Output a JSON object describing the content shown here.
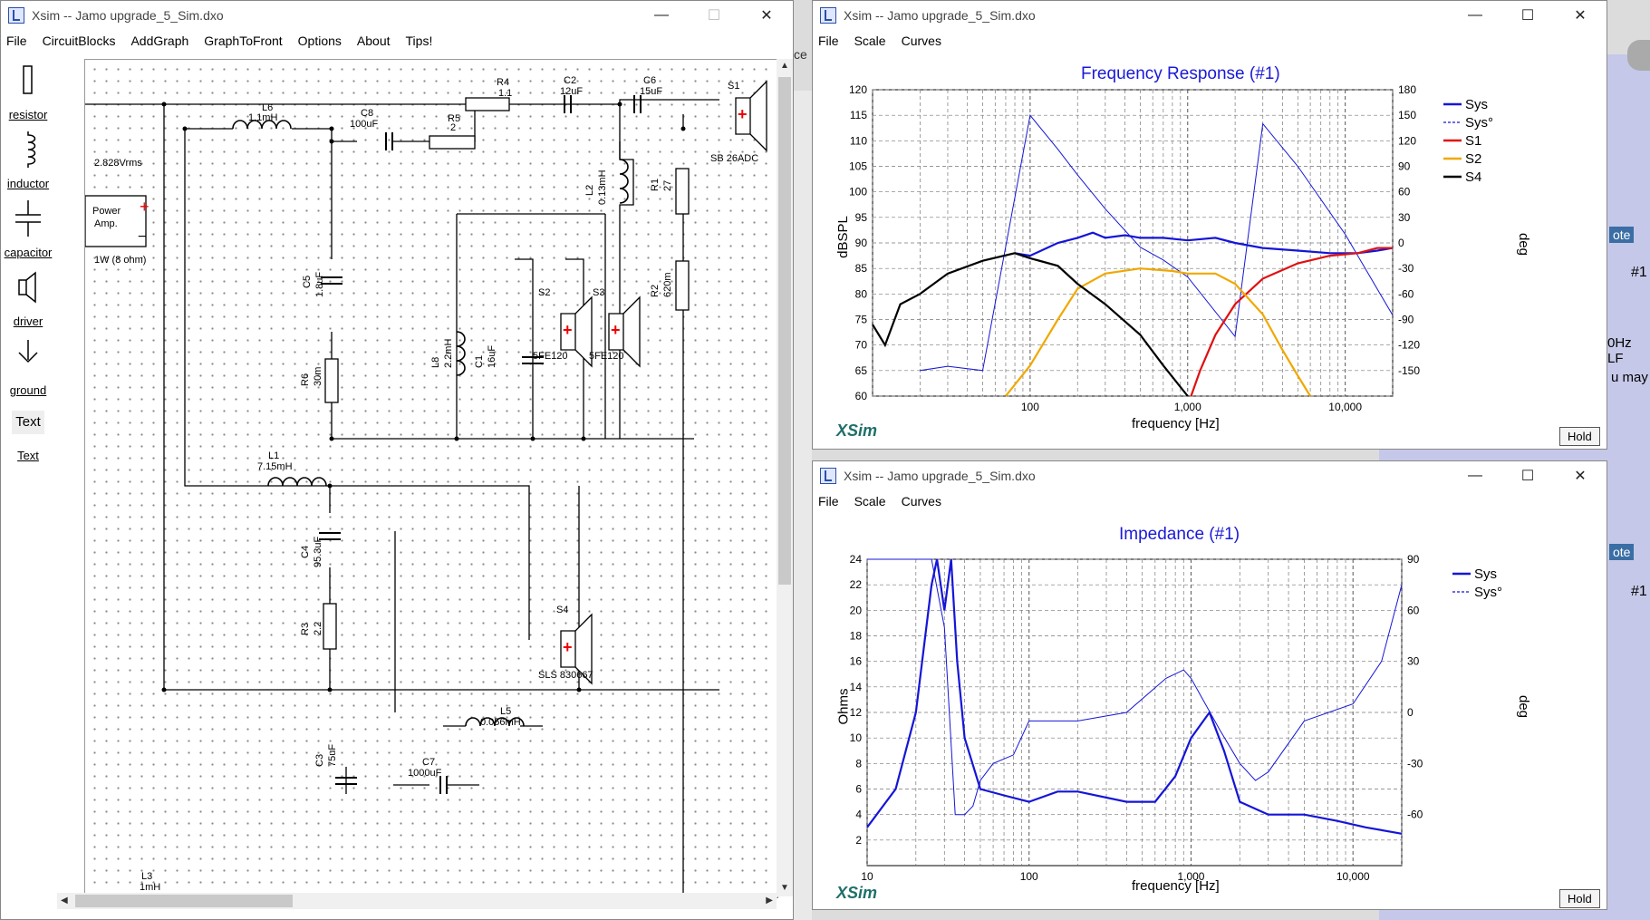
{
  "schematic_window": {
    "title": "Xsim -- Jamo upgrade_5_Sim.dxo",
    "menu": [
      "File",
      "CircuitBlocks",
      "AddGraph",
      "GraphToFront",
      "Options",
      "About",
      "Tips!"
    ],
    "palette": [
      "resistor",
      "inductor",
      "capacitor",
      "driver",
      "ground",
      "Text"
    ],
    "text_tool_label": "Text",
    "components": {
      "amp_voltage": "2.828Vrms",
      "amp_name": "Power Amp.",
      "amp_load": "1W (8 ohm)",
      "L6": [
        "L6",
        "1.1mH"
      ],
      "C8": [
        "C8",
        "100uF"
      ],
      "R5": [
        "R5",
        "2"
      ],
      "R4": [
        "R4",
        "1.1"
      ],
      "C2": [
        "C2",
        "12uF"
      ],
      "C6": [
        "C6",
        "15uF"
      ],
      "S1": [
        "S1",
        "SB 26ADC"
      ],
      "L2": [
        "L2",
        "0.13mH"
      ],
      "R1": [
        "R1",
        "27"
      ],
      "R2": [
        "R2",
        "620m"
      ],
      "C5": [
        "C5",
        "1.8uF"
      ],
      "R6": [
        "R6",
        "30m"
      ],
      "L8": [
        "L8",
        "2.2mH"
      ],
      "C1": [
        "C1",
        "16uF"
      ],
      "S2": [
        "S2",
        "5FE120"
      ],
      "S3": [
        "S3",
        "5FE120"
      ],
      "L1": [
        "L1",
        "7.15mH"
      ],
      "C4": [
        "C4",
        "95.3uF"
      ],
      "R3": [
        "R3",
        "2.2"
      ],
      "S4": [
        "S4",
        "SLS 830667"
      ],
      "L5": [
        "L5",
        "0.056mH"
      ],
      "C3": [
        "C3",
        "75uF"
      ],
      "C7": [
        "C7",
        "1000uF"
      ],
      "L3": [
        "L3",
        "1mH"
      ]
    }
  },
  "fr_window": {
    "title": "Xsim -- Jamo upgrade_5_Sim.dxo",
    "menu": [
      "File",
      "Scale",
      "Curves"
    ],
    "graph_title": "Frequency Response (#1)",
    "ylabel_left": "dBSPL",
    "ylabel_right": "deg",
    "xlabel": "frequency [Hz]",
    "brand": "XSim",
    "hold": "Hold"
  },
  "imp_window": {
    "title": "Xsim -- Jamo upgrade_5_Sim.dxo",
    "menu": [
      "File",
      "Scale",
      "Curves"
    ],
    "graph_title": "Impedance (#1)",
    "ylabel_left": "Ohms",
    "ylabel_right": "deg",
    "xlabel": "frequency [Hz]",
    "brand": "XSim",
    "hold": "Hold"
  },
  "background_fragments": [
    "ce",
    "ote",
    "#1",
    "0Hz LF",
    "u may",
    "ote",
    "#1"
  ],
  "colors": {
    "sys": "#1515d8",
    "s1": "#e01010",
    "s2": "#f0a800",
    "s4": "#000000",
    "title": "#1a1ad8",
    "brand": "#1f6f6a"
  },
  "chart_data": [
    {
      "type": "line",
      "title": "Frequency Response (#1)",
      "xlabel": "frequency [Hz]",
      "ylabel": "dBSPL",
      "xscale": "log",
      "xlim": [
        10,
        20000
      ],
      "ylim": [
        60,
        120
      ],
      "y2lim": [
        -180,
        180
      ],
      "xticks": [
        "100",
        "1,000",
        "10,000"
      ],
      "yticks": [
        120,
        115,
        110,
        105,
        100,
        95,
        90,
        85,
        80,
        75,
        70,
        65,
        60
      ],
      "y2ticks": [
        180,
        150,
        120,
        90,
        60,
        30,
        0,
        -30,
        -60,
        -90,
        -120,
        -150
      ],
      "y2label": "deg",
      "legend": "top-right",
      "grid": true,
      "series": [
        {
          "name": "Sys",
          "style": "solid",
          "color": "#1515d8",
          "x": [
            80,
            100,
            150,
            200,
            250,
            300,
            400,
            500,
            700,
            1000,
            1500,
            2000,
            3000,
            5000,
            8000,
            12000,
            16000,
            20000
          ],
          "y": [
            88,
            87.5,
            90,
            91,
            92,
            91,
            91.5,
            91,
            91,
            90.5,
            91,
            90,
            89,
            88.5,
            88,
            88,
            88.5,
            89
          ]
        },
        {
          "name": "Sys°",
          "style": "dashed",
          "color": "#1515d8",
          "x": [
            20,
            30,
            50,
            100,
            150,
            200,
            300,
            500,
            700,
            1000,
            2000,
            3000,
            5000,
            10000,
            20000
          ],
          "phase": [
            -150,
            -145,
            -150,
            150,
            110,
            80,
            40,
            -5,
            -20,
            -40,
            -110,
            140,
            90,
            10,
            -85
          ]
        },
        {
          "name": "S1",
          "style": "solid",
          "color": "#e01010",
          "x": [
            1050,
            1200,
            1500,
            2000,
            3000,
            5000,
            8000,
            12000,
            16000,
            20000
          ],
          "y": [
            60,
            65,
            72,
            78,
            83,
            86,
            87.5,
            88,
            89,
            89
          ]
        },
        {
          "name": "S2",
          "style": "solid",
          "color": "#f0a800",
          "x": [
            70,
            100,
            150,
            200,
            300,
            500,
            800,
            1000,
            1500,
            2000,
            3000,
            4000,
            5000,
            6000
          ],
          "y": [
            60,
            66,
            75,
            81,
            84,
            85,
            84.5,
            84,
            84,
            82,
            76,
            69,
            64,
            60
          ]
        },
        {
          "name": "S4",
          "style": "solid",
          "color": "#000000",
          "x": [
            10,
            12,
            15,
            20,
            30,
            50,
            80,
            100,
            150,
            200,
            300,
            500,
            700,
            1000
          ],
          "y": [
            74,
            70,
            78,
            80,
            84,
            86.5,
            88,
            87,
            85.5,
            82,
            78,
            72,
            66,
            60
          ]
        }
      ]
    },
    {
      "type": "line",
      "title": "Impedance (#1)",
      "xlabel": "frequency [Hz]",
      "ylabel": "Ohms",
      "xscale": "log",
      "xlim": [
        10,
        20000
      ],
      "ylim": [
        0,
        24
      ],
      "y2lim": [
        -90,
        90
      ],
      "xticks": [
        "10",
        "100",
        "1,000",
        "10,000"
      ],
      "yticks": [
        24,
        22,
        20,
        18,
        16,
        14,
        12,
        10,
        8,
        6,
        4,
        2
      ],
      "y2ticks": [
        90,
        60,
        30,
        0,
        -30,
        -60
      ],
      "y2label": "deg",
      "legend": "top-right",
      "grid": true,
      "series": [
        {
          "name": "Sys",
          "style": "solid",
          "color": "#1515d8",
          "x": [
            10,
            15,
            20,
            25,
            27,
            30,
            33,
            36,
            40,
            50,
            70,
            100,
            150,
            200,
            400,
            600,
            800,
            1000,
            1300,
            1600,
            2000,
            3000,
            5000,
            8000,
            12000,
            20000
          ],
          "y": [
            3,
            6,
            12,
            22,
            24,
            20,
            24,
            16,
            10,
            6,
            5.5,
            5,
            5.8,
            5.8,
            5,
            5,
            7,
            10,
            12,
            9,
            5,
            4,
            4,
            3.5,
            3,
            2.5
          ]
        },
        {
          "name": "Sys°",
          "style": "dashed",
          "color": "#1515d8",
          "x": [
            10,
            25,
            30,
            35,
            40,
            45,
            50,
            60,
            80,
            100,
            200,
            400,
            700,
            900,
            1000,
            1500,
            2000,
            2500,
            3000,
            5000,
            10000,
            15000,
            20000
          ],
          "phase": [
            90,
            90,
            50,
            -60,
            -60,
            -55,
            -40,
            -30,
            -25,
            -5,
            -5,
            0,
            20,
            25,
            20,
            -10,
            -30,
            -40,
            -35,
            -5,
            5,
            30,
            75
          ]
        }
      ]
    }
  ]
}
